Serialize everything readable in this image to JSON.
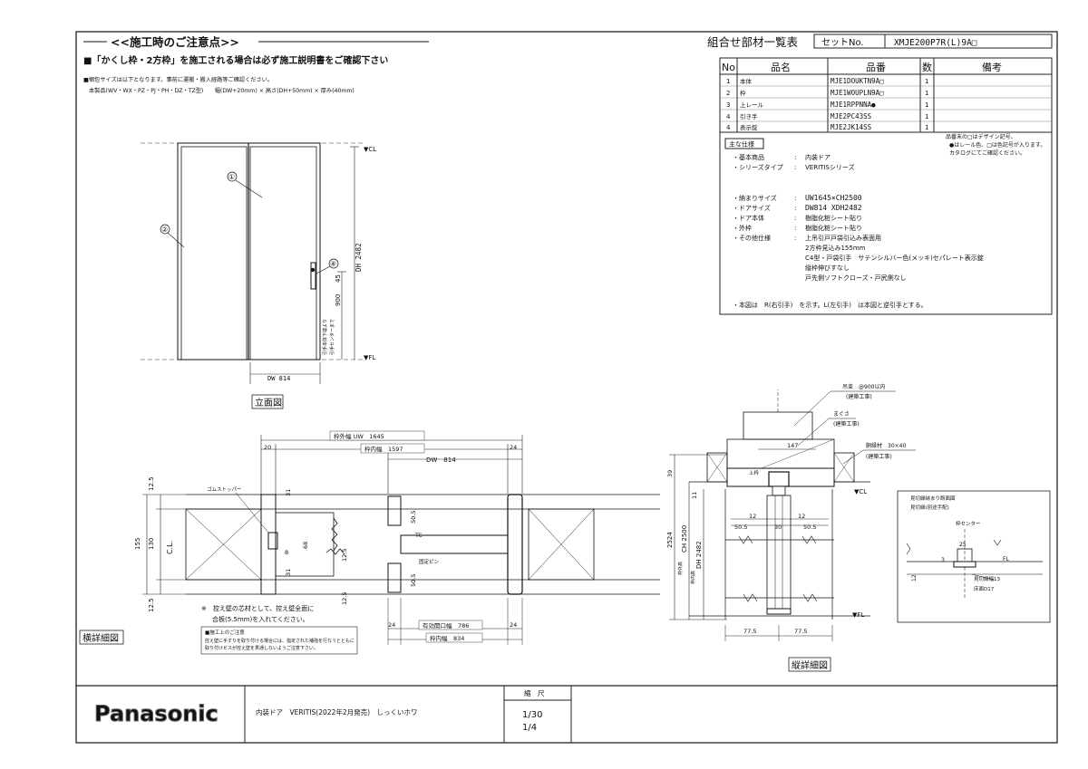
{
  "notice": {
    "title": "<<施工時のご注意点>>",
    "warning": "■「かくし枠・2方枠」を施工される場合は必ず施工説明書をご確認下さい",
    "packing_1": "■梱包サイズは以下となります。事前に運搬・搬入経路等ご確認ください。",
    "packing_2": "本製品(WV・WX・PZ・PJ・PH・DZ・TZ型)　　幅(DW+20mm) × 高さ(DH+50mm) × 厚み(40mm)"
  },
  "parts_table": {
    "title": "組合せ部材一覧表",
    "set_label": "セットNo.",
    "set_value": "XMJE200P7R(L)9A□",
    "headers": [
      "No",
      "品名",
      "品番",
      "数",
      "備考"
    ],
    "rows": [
      {
        "no": "1",
        "name": "本体",
        "code": "MJE1DOUKTN9A□",
        "qty": "1",
        "note": ""
      },
      {
        "no": "2",
        "name": "枠",
        "code": "MJE1WOUPLN9A□",
        "qty": "1",
        "note": ""
      },
      {
        "no": "3",
        "name": "上レール",
        "code": "MJE1RPPNNA●",
        "qty": "1",
        "note": ""
      },
      {
        "no": "4",
        "name": "引き手",
        "code": "MJE2PC43SS",
        "qty": "1",
        "note": ""
      },
      {
        "no": "4",
        "name": "表示錠",
        "code": "MJE2JK14SS",
        "qty": "1",
        "note": ""
      }
    ]
  },
  "spec": {
    "heading": "主な仕様",
    "notes": [
      "品番末の□はデザイン記号、",
      "●はレール色、□は色記号が入ります。",
      "カタログにてご確認ください。"
    ],
    "items": [
      {
        "label": "・基本商品",
        "value": "内装ドア"
      },
      {
        "label": "・シリーズタイプ",
        "value": "VERITISシリーズ"
      },
      {
        "label": "・納まりサイズ",
        "value": "UW1645×CH2500"
      },
      {
        "label": "・ドアサイズ",
        "value": "DW814 XDH2482"
      },
      {
        "label": "・ドア本体",
        "value": "樹脂化粧シート貼り"
      },
      {
        "label": "・外枠",
        "value": "樹脂化粧シート貼り"
      },
      {
        "label": "・その他仕様",
        "value": "上吊引戸戸袋引込み表面用"
      }
    ],
    "other_lines": [
      "2方枠見込み155mm",
      "C4型・戸袋引手　サテンシルバー色(メッキ)セパレート表示錠",
      "縦枠伸びすなし",
      "戸先側ソフトクローズ・戸尻側なし"
    ],
    "footer": "・本図は　R(右引手)　を示す。L(左引手)　は本図と逆引手とする。"
  },
  "elevation": {
    "caption": "立面図",
    "cl": "▼CL",
    "fl": "▼FL",
    "dh": "DH 2482",
    "dw": "DW 814",
    "handle_h": "900",
    "handle_off": "45",
    "handle_note_1": "引手本体下端より",
    "handle_note_2": "引手センターまで",
    "bubble_1": "①",
    "bubble_2": "②",
    "bubble_4": "④"
  },
  "horizontal": {
    "caption": "横詳細図",
    "uw": "枠外幅 UW　1645",
    "inner": "枠内幅　1597",
    "dw": "DW　814",
    "d20": "20",
    "d24a": "24",
    "d24b": "24",
    "d24c": "24",
    "d24d": "24",
    "eff": "有効開口幅　786",
    "inner2": "枠内幅　834",
    "d155": "155",
    "d130": "130",
    "d125a": "12.5",
    "d125b": "12.5",
    "d505a": "50.5",
    "d505b": "50.5",
    "d125c": "12.5",
    "d125d": "12.5",
    "d31": "31",
    "d68": "68",
    "d8": "8",
    "d31b": "31",
    "cl": "C.L.",
    "tc": "TC",
    "gum": "ゴムストッパー",
    "pin": "固定ピン",
    "note_1": "※　控え壁の芯材として、控え壁全面に",
    "note_2": "合板(5.5mm)を入れてください。",
    "caution_title": "■施工上のご注意",
    "caution_1": "控え壁に手すりを取り付ける場合には、指定された補強を行なうとともに",
    "caution_2": "取り付けビスが控え壁を貫通しないようご注意下さい。"
  },
  "vertical": {
    "caption": "縦詳細図",
    "hanger": "吊束　@900以内",
    "hanger_sub": "(建築工事)",
    "magusa": "まぐさ",
    "magusa_sub": "(建築工事)",
    "furring": "胴縁材　30×40",
    "furring_sub": "(建築工事)",
    "d147": "147",
    "d39": "39",
    "d11": "11",
    "cl": "▼CL",
    "fl": "▼FL",
    "d2524": "2524",
    "ch": "CH 2500",
    "dh": "DH 2482",
    "total_label": "枠外高",
    "inner_label": "枠内高",
    "d12a": "12",
    "d12b": "12",
    "d505a": "50.5",
    "d30": "30",
    "d505b": "50.5",
    "d775a": "77.5",
    "d775b": "77.5",
    "top": "上枠"
  },
  "inset": {
    "title_1": "見切縁納まり断面図",
    "title_2": "見切縁(別途手配)",
    "center": "枠センター",
    "fl": "FL",
    "d25": "25",
    "d3": "3",
    "d12": "12",
    "label_a": "見切縁幅13",
    "label_b": "床面D17"
  },
  "title_block": {
    "brand": "Panasonic",
    "product": "内装ドア　VERITIS(2022年2月発売)　しっくいホワ",
    "scale_label": "縮　尺",
    "scale_1": "1/30",
    "scale_2": "1/4"
  }
}
